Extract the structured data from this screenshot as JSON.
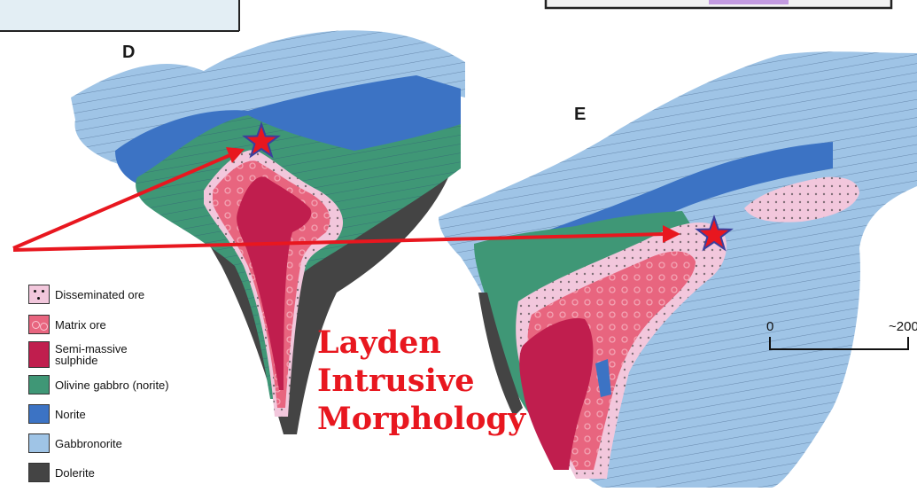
{
  "panels": {
    "d_label": "D",
    "e_label": "E"
  },
  "title": {
    "text": "Layden\nIntrusive\nMorphology",
    "color": "#e8171f"
  },
  "legend": [
    {
      "label": "Disseminated ore",
      "color": "#f2c7dc",
      "pattern": "dots"
    },
    {
      "label": "Matrix ore",
      "color": "#e8657f",
      "pattern": "circles"
    },
    {
      "label": "Semi-massive\n sulphide",
      "color": "#c01e4e",
      "pattern": "none"
    },
    {
      "label": "Olivine gabbro (norite)",
      "color": "#3f9776",
      "pattern": "none"
    },
    {
      "label": "Norite",
      "color": "#3c73c4",
      "pattern": "none"
    },
    {
      "label": "Gabbronorite",
      "color": "#9fc4e6",
      "pattern": "none"
    },
    {
      "label": "Dolerite",
      "color": "#444444",
      "pattern": "none"
    }
  ],
  "scale_bar": {
    "start_label": "0",
    "end_label": "~200"
  },
  "markers": {
    "star_fill": "#e8171f",
    "star_stroke": "#3b3f9c",
    "arrow_color": "#e8171f"
  }
}
